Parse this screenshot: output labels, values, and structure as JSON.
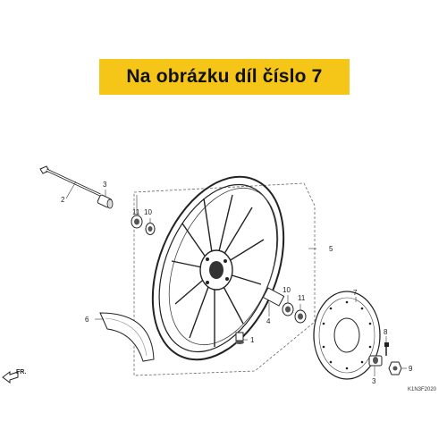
{
  "banner": {
    "text": "Na obrázku díl číslo 7",
    "color": "#f5c518"
  },
  "callouts": {
    "p1": "1",
    "p2": "2",
    "p3a": "3",
    "p3b": "3",
    "p4": "4",
    "p5": "5",
    "p6": "6",
    "p7": "7",
    "p8": "8",
    "p9": "9",
    "p10a": "10",
    "p10b": "10",
    "p11a": "11",
    "p11b": "11"
  },
  "direction_label": "FR.",
  "diagram_code": "K1N3F2020"
}
